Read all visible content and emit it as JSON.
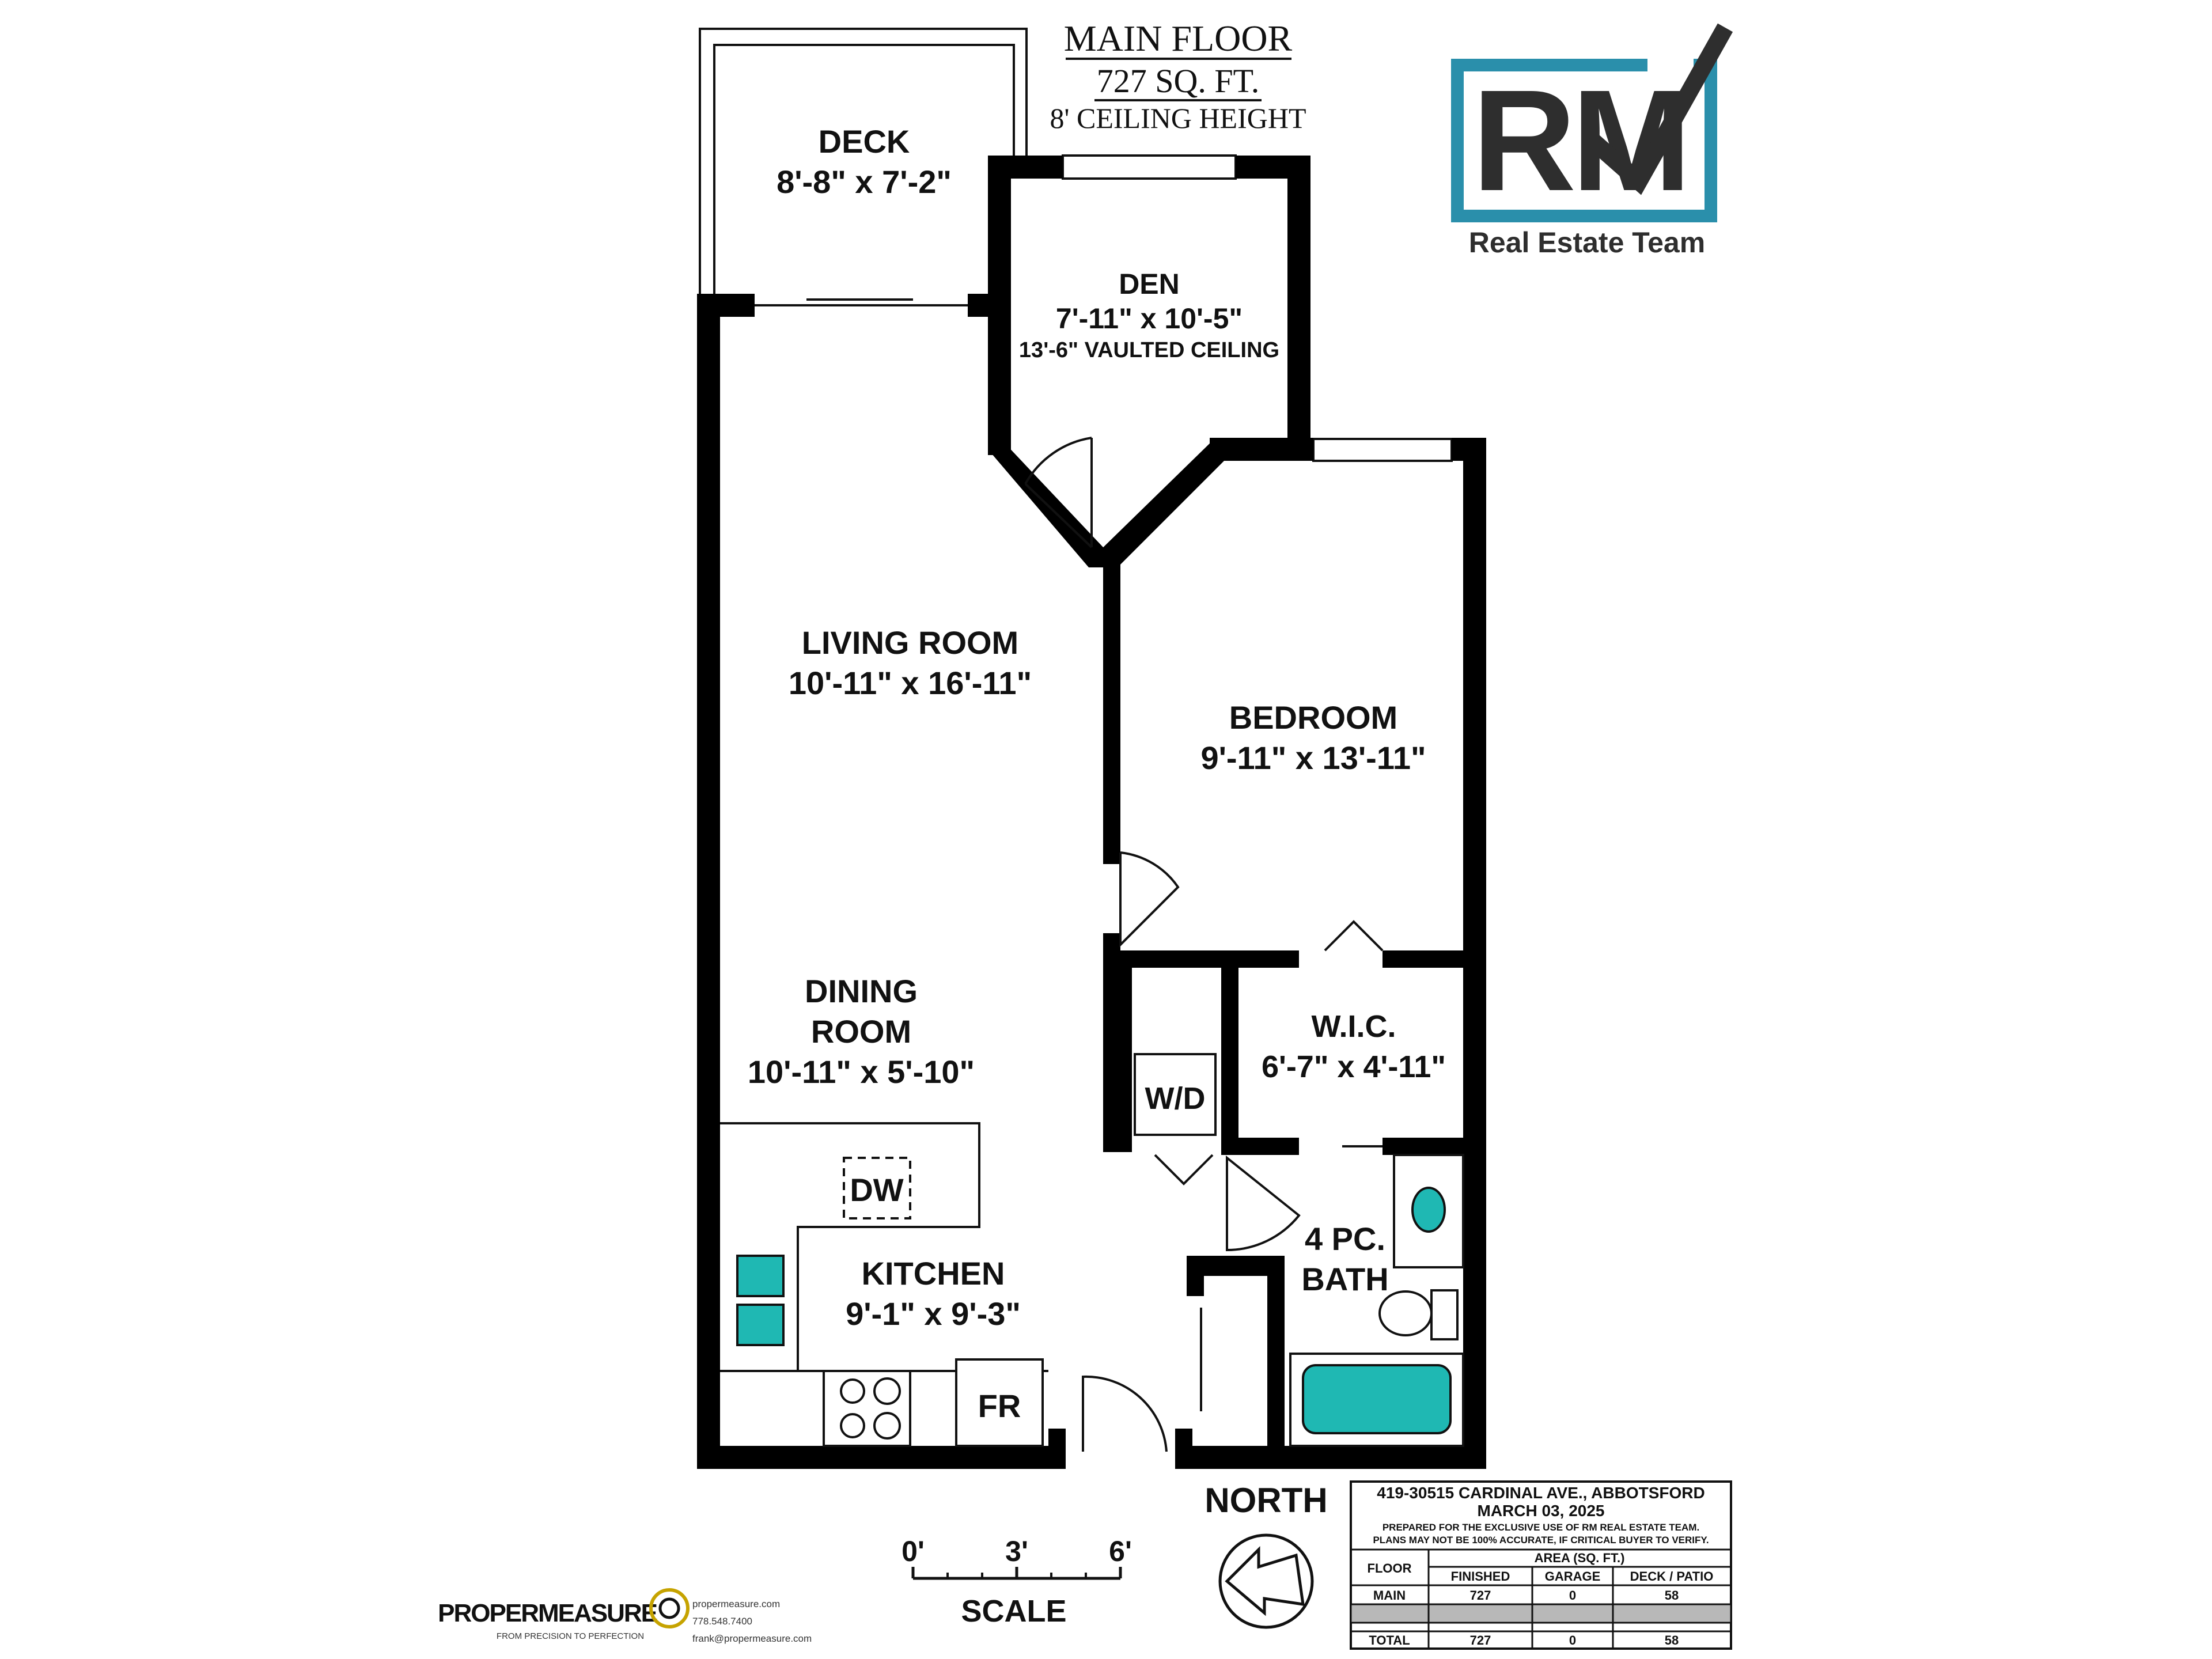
{
  "header": {
    "floor": "MAIN FLOOR",
    "area": "727 SQ. FT.",
    "ceiling": "8' CEILING HEIGHT"
  },
  "logo": {
    "letters": "RM",
    "tagline": "Real Estate Team",
    "accent_color": "#2a8fab"
  },
  "rooms": {
    "deck": {
      "name": "DECK",
      "size": "8'-8\" x 7'-2\""
    },
    "den": {
      "name": "DEN",
      "size": "7'-11\" x 10'-5\"",
      "note": "13'-6\" VAULTED CEILING"
    },
    "living": {
      "name": "LIVING ROOM",
      "size": "10'-11\" x 16'-11\""
    },
    "bedroom": {
      "name": "BEDROOM",
      "size": "9'-11\" x 13'-11\""
    },
    "dining": {
      "name1": "DINING",
      "name2": "ROOM",
      "size": "10'-11\" x 5'-10\""
    },
    "wic": {
      "name": "W.I.C.",
      "size": "6'-7\" x 4'-11\""
    },
    "wd": "W/D",
    "dw": "DW",
    "kitchen": {
      "name": "KITCHEN",
      "size": "9'-1\" x 9'-3\""
    },
    "fr": "FR",
    "bath": {
      "name1": "4 PC.",
      "name2": "BATH"
    }
  },
  "north": "NORTH",
  "scale": {
    "label": "SCALE",
    "ticks": [
      "0'",
      "3'",
      "6'"
    ]
  },
  "brand": {
    "name": "PROPERMEASURE",
    "tagline": "FROM PRECISION TO PERFECTION",
    "web": "propermeasure.com",
    "phone": "778.548.7400",
    "email": "frank@propermeasure.com"
  },
  "info": {
    "address": "419-30515 CARDINAL AVE., ABBOTSFORD",
    "date": "MARCH 03, 2025",
    "disclaimer1": "PREPARED FOR THE EXCLUSIVE USE OF RM REAL ESTATE TEAM.",
    "disclaimer2": "PLANS MAY NOT BE 100% ACCURATE, IF CRITICAL BUYER TO VERIFY.",
    "area_header": "AREA (SQ. FT.)",
    "col_floor": "FLOOR",
    "col_finished": "FINISHED",
    "col_garage": "GARAGE",
    "col_deck": "DECK / PATIO",
    "rows": [
      {
        "floor": "MAIN",
        "finished": "727",
        "garage": "0",
        "deck": "58"
      },
      {
        "floor": "TOTAL",
        "finished": "727",
        "garage": "0",
        "deck": "58"
      }
    ]
  }
}
